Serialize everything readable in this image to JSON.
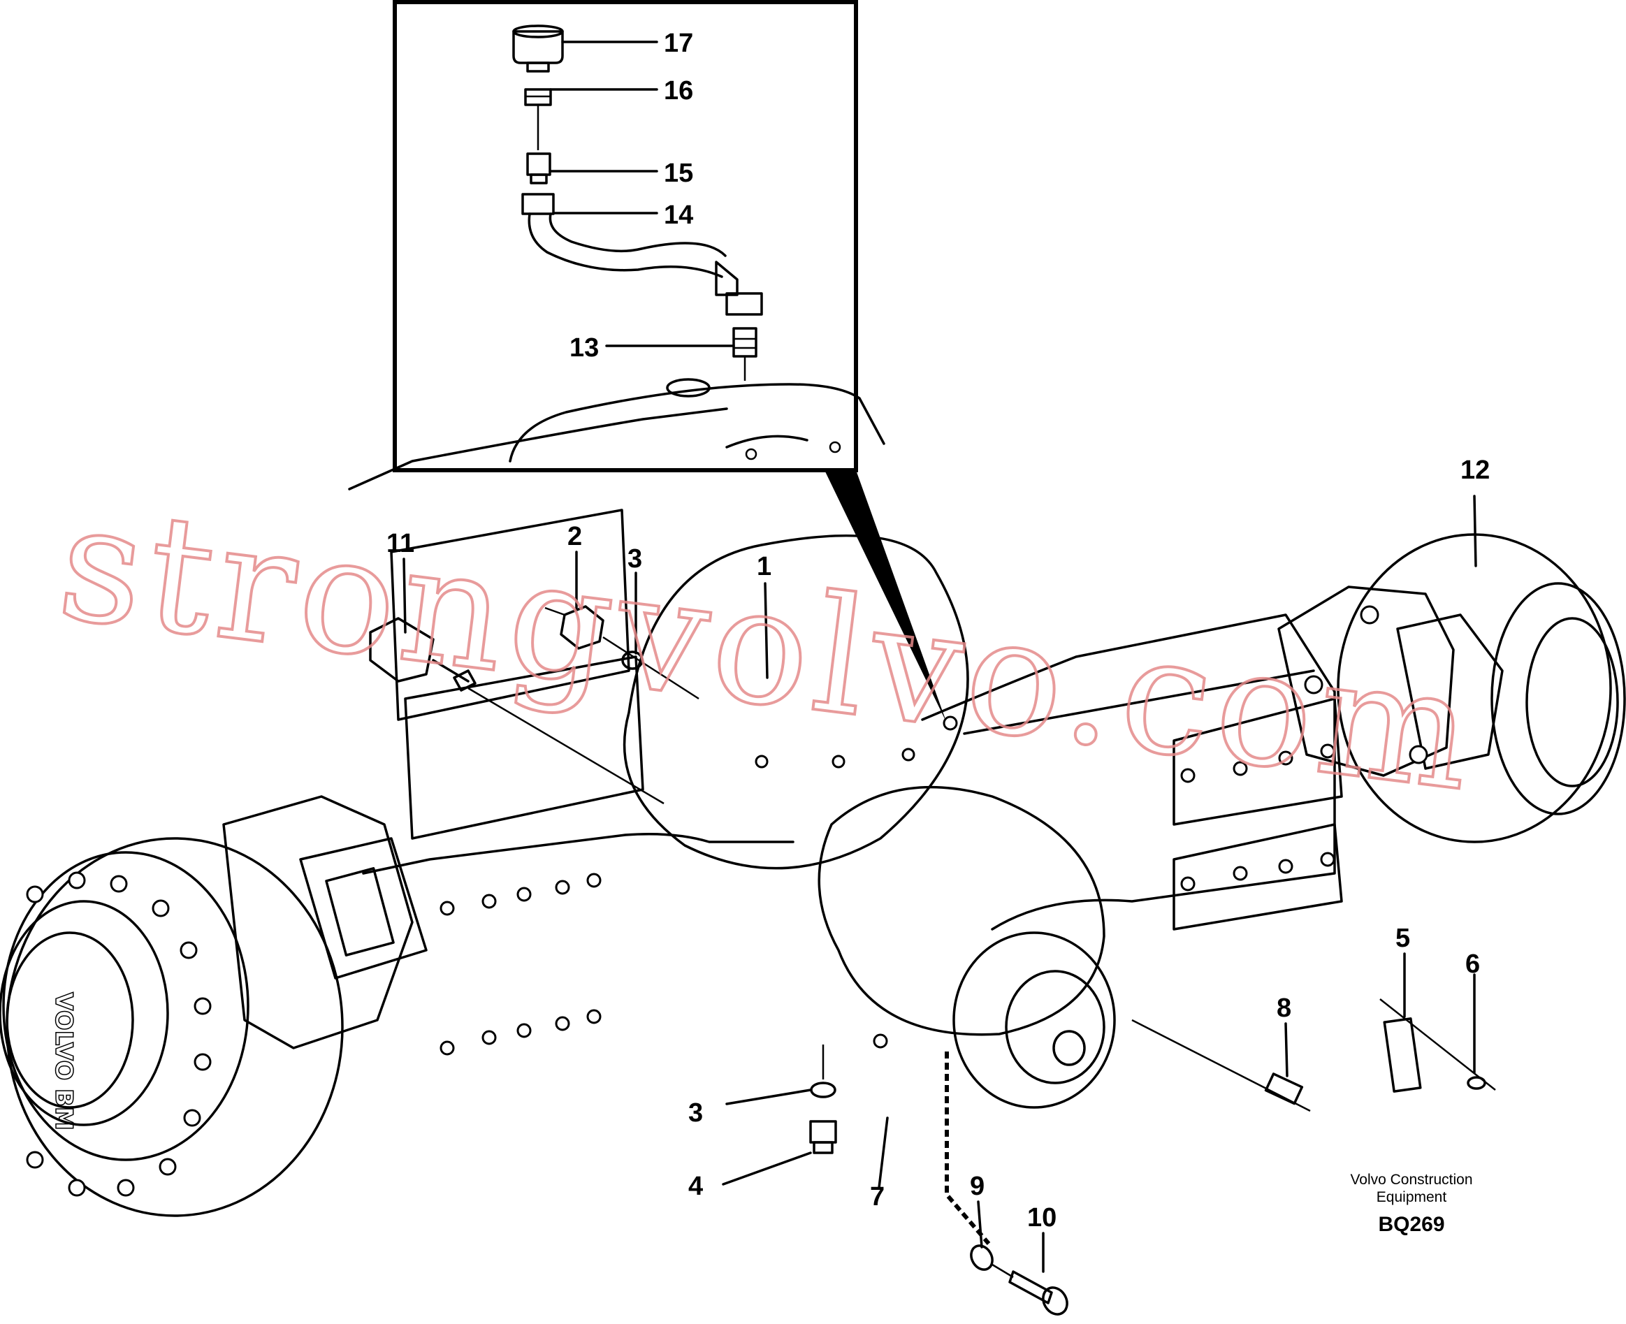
{
  "callouts": [
    {
      "label": "17"
    },
    {
      "label": "16"
    },
    {
      "label": "15"
    },
    {
      "label": "14"
    },
    {
      "label": "13"
    },
    {
      "label": "12"
    },
    {
      "label": "11"
    },
    {
      "label": "2"
    },
    {
      "label": "3"
    },
    {
      "label": "1"
    },
    {
      "label": "5"
    },
    {
      "label": "6"
    },
    {
      "label": "8"
    },
    {
      "label": "3"
    },
    {
      "label": "4"
    },
    {
      "label": "7"
    },
    {
      "label": "9"
    },
    {
      "label": "10"
    }
  ],
  "caption": {
    "line1": "Volvo Construction",
    "line2": "Equipment",
    "code": "BQ269"
  },
  "watermark": "strongvolvo.com",
  "hub_logo": "VOLVO BM"
}
